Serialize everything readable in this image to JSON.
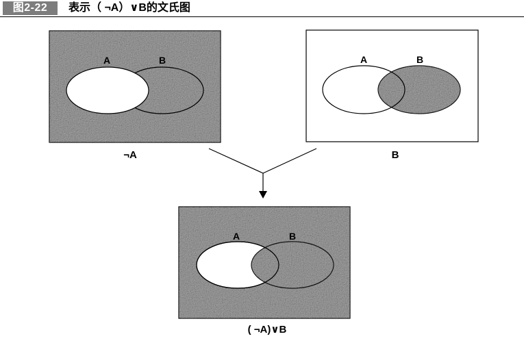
{
  "header": {
    "figure_label": "图2-22",
    "title": "表示（ ¬A）∨B的文氏图"
  },
  "panels": [
    {
      "id": "not-a",
      "caption": "¬A",
      "set_a_label": "A",
      "set_b_label": "B",
      "shaded_region": "complement of A"
    },
    {
      "id": "b",
      "caption": "B",
      "set_a_label": "A",
      "set_b_label": "B",
      "shaded_region": "B"
    },
    {
      "id": "not-a-or-b",
      "caption": "( ¬A)∨B",
      "set_a_label": "A",
      "set_b_label": "B",
      "shaded_region": "complement of A, union B"
    }
  ],
  "colors": {
    "shade": "#8a8a8a",
    "outline": "#000000",
    "background": "#ffffff"
  }
}
